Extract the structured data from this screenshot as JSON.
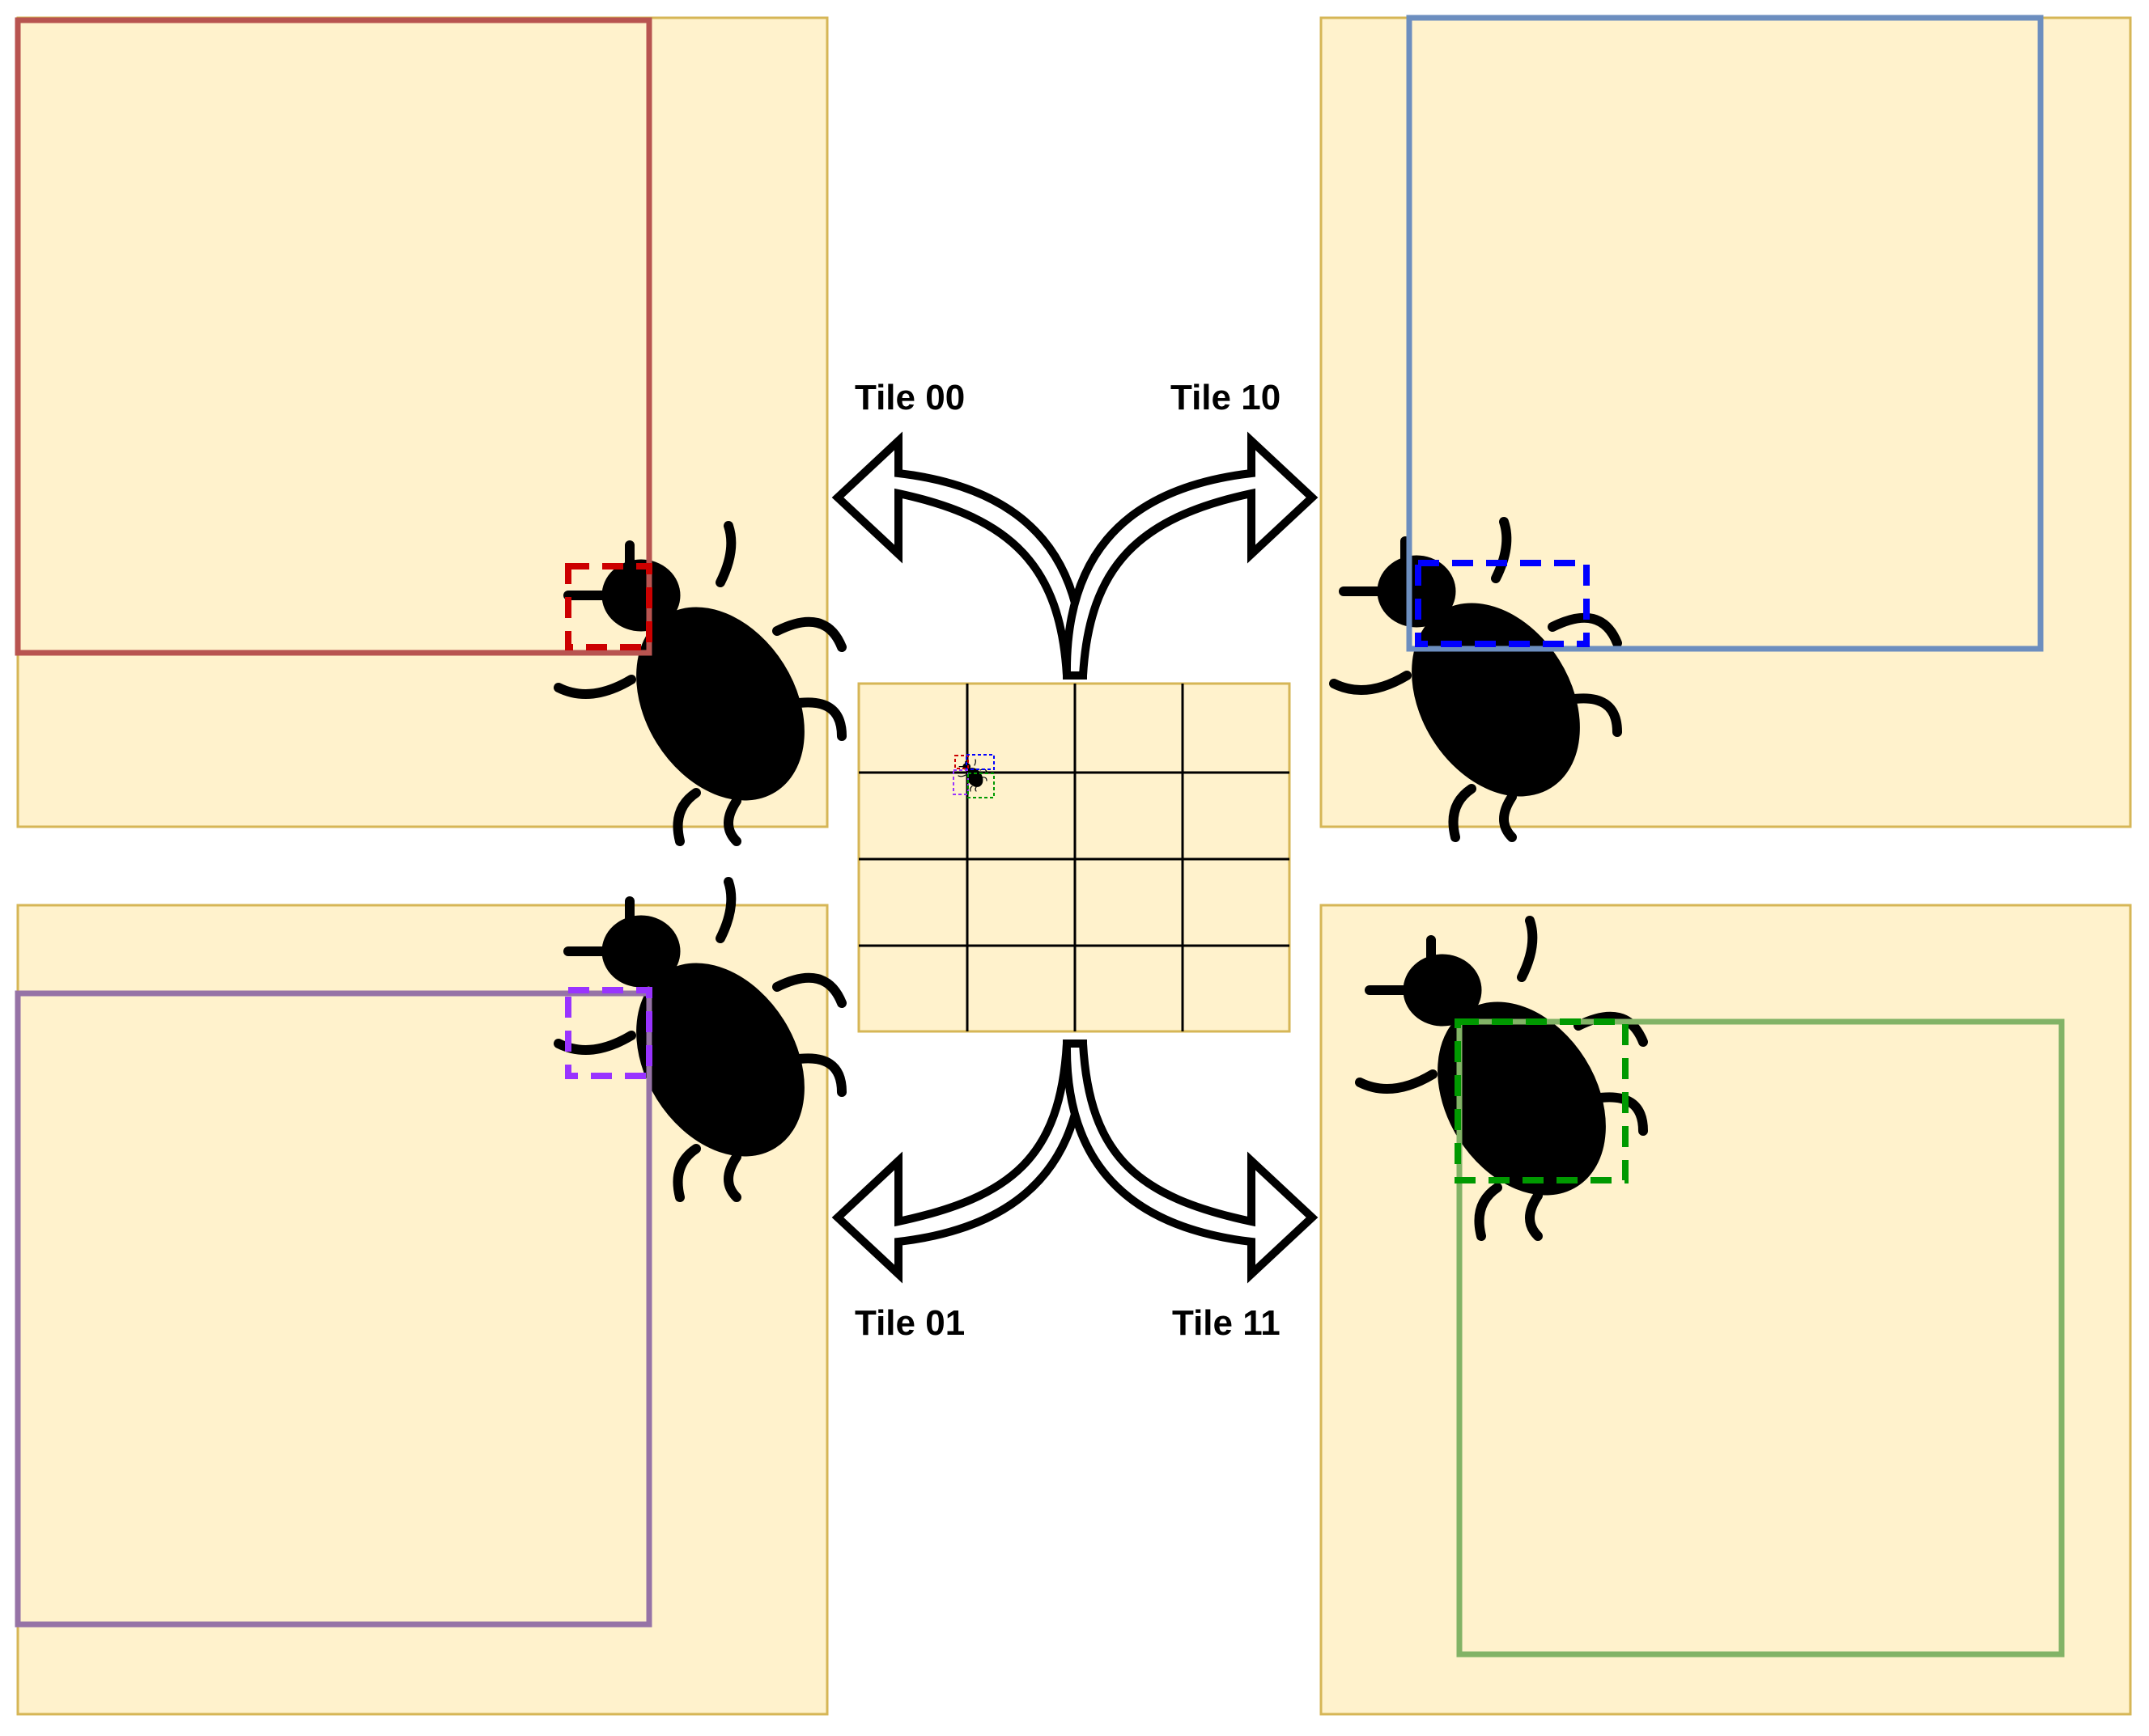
{
  "labels": {
    "tile_00": "Tile 00",
    "tile_10": "Tile 10",
    "tile_01": "Tile 01",
    "tile_11": "Tile 11"
  },
  "colors": {
    "background": "#ffffff",
    "tile_fill": "#fff2cc",
    "tile_border": "#d6b656",
    "tile_00_box": "#b85450",
    "tile_00_crop": "#cc0000",
    "tile_10_box": "#6c8ebf",
    "tile_10_crop": "#0000ff",
    "tile_01_box": "#9673a6",
    "tile_01_crop": "#9933ff",
    "tile_11_box": "#82b366",
    "tile_11_crop": "#009900",
    "grid_lines": "#000000",
    "bug": "#000000",
    "arrow_stroke": "#000000",
    "arrow_fill": "#ffffff"
  },
  "grid": {
    "rows": 4,
    "cols": 4
  },
  "icons": {
    "bug": "bug-icon",
    "arrow": "curved-arrow-icon"
  }
}
